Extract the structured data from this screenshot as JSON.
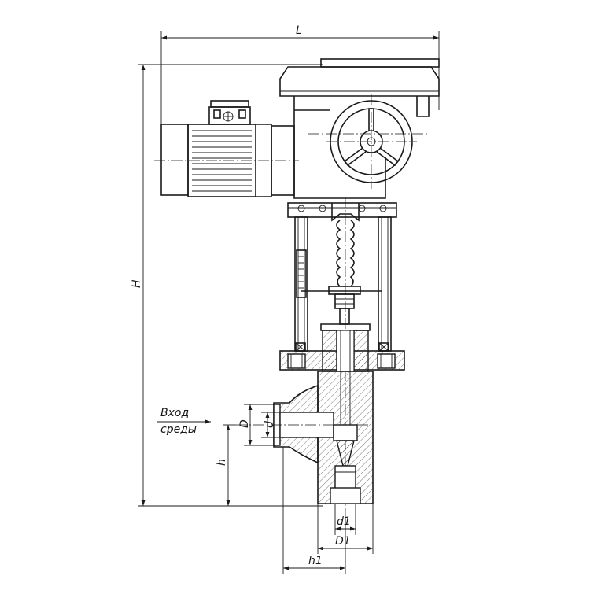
{
  "dimensions": {
    "L": "L",
    "H": "H",
    "D": "D",
    "d": "d",
    "h": "h",
    "d1": "d1",
    "D1": "D1",
    "h1": "h1"
  },
  "flow_label": {
    "line1": "Вход",
    "line2": "среды"
  }
}
